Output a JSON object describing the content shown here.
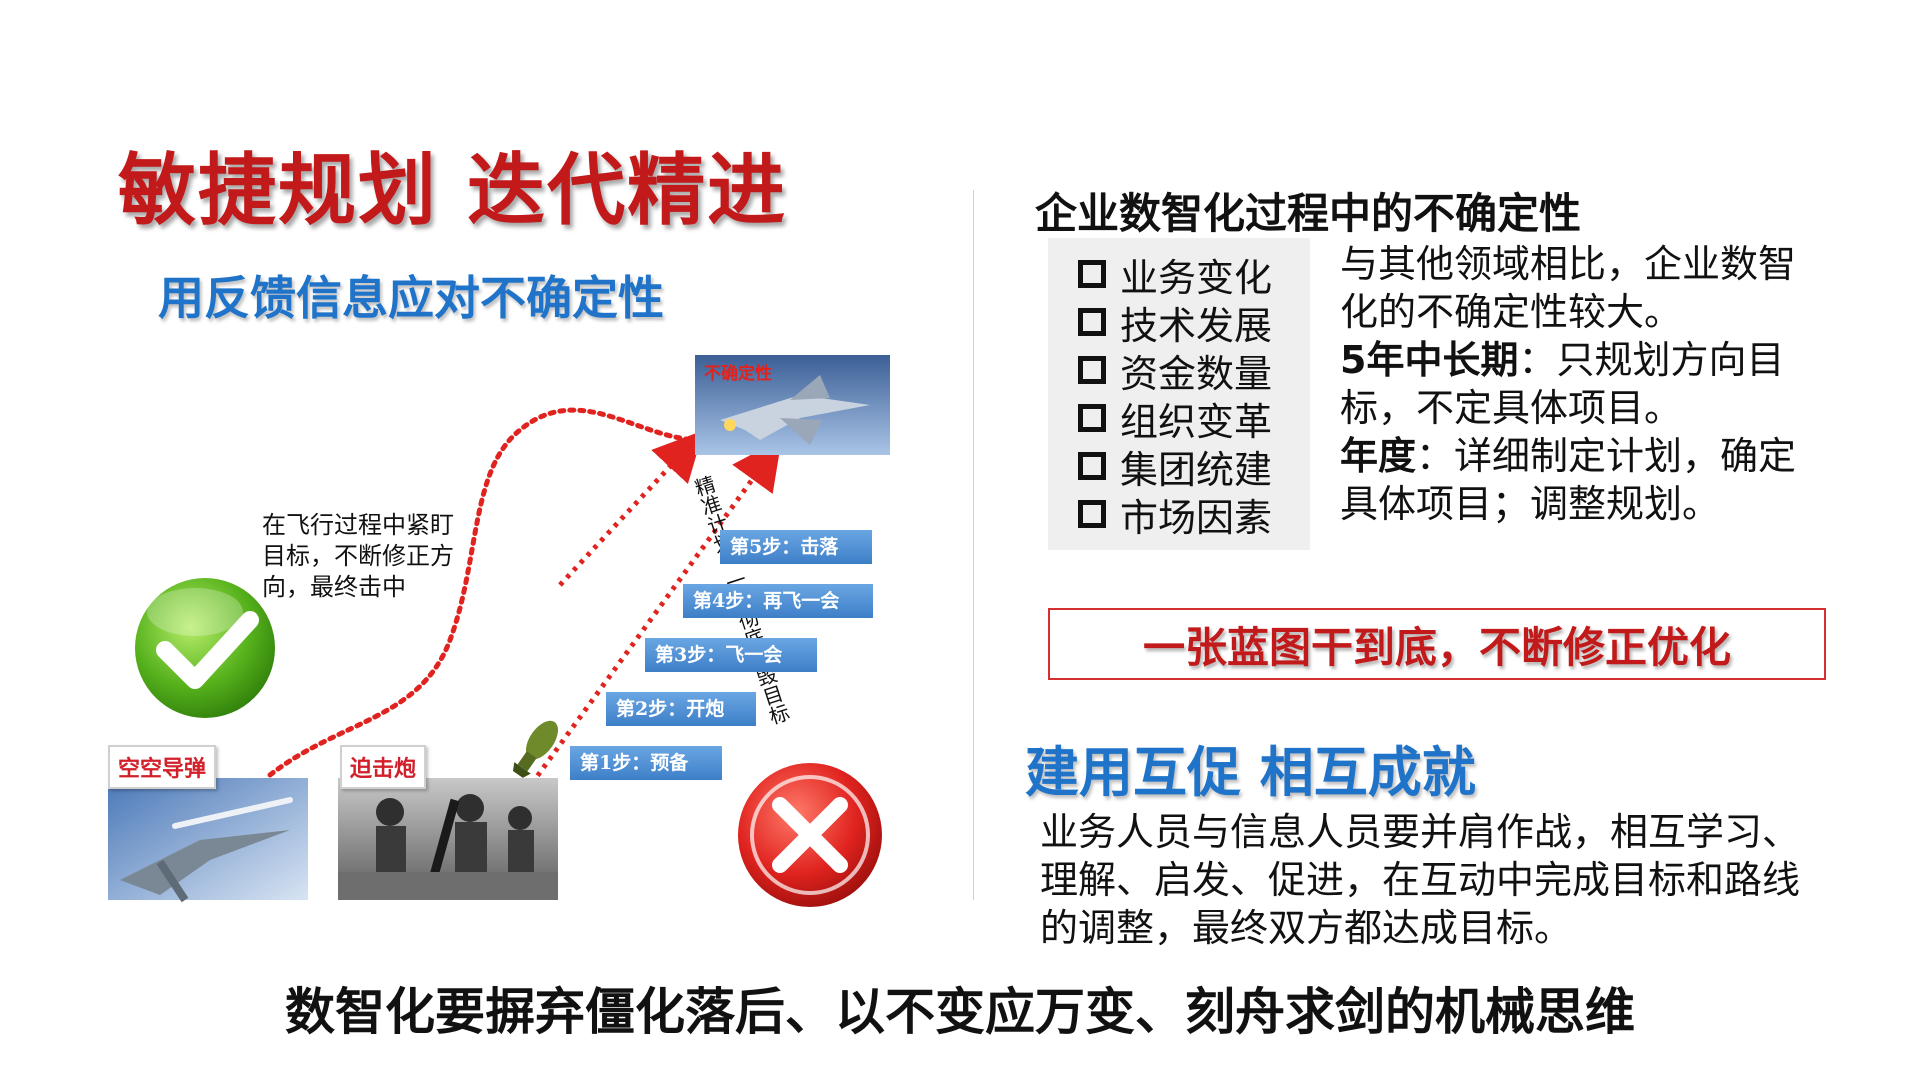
{
  "left": {
    "title": "敏捷规划  迭代精进",
    "subtitle": "用反馈信息应对不确定性",
    "note_lines": [
      "在飞行过程中紧盯",
      "目标，不断修正方",
      "向，最终击中"
    ],
    "target_tag": "不确定性",
    "missile_tag": "空空导弹",
    "mortar_tag": "迫击炮",
    "trajectory_label": "精准计划，一举彻底摧毁目标",
    "steps": [
      "第5步：击落",
      "第4步：再飞一会",
      "第3步：飞一会",
      "第2步：开炮",
      "第1步：预备"
    ]
  },
  "right": {
    "title": "企业数智化过程中的不确定性",
    "factors": [
      "业务变化",
      "技术发展",
      "资金数量",
      "组织变革",
      "集团统建",
      "市场因素"
    ],
    "desc_line1": "与其他领域相比，企业数智化的不确定性较大。",
    "desc_bold1": "5年中长期",
    "desc_line2": "：只规划方向目标，不定具体项目。",
    "desc_bold2": "年度",
    "desc_line3": "：详细制定计划，确定具体项目；调整规划。",
    "slogan": "一张蓝图干到底，不断修正优化",
    "mutual_title": "建用互促  相互成就",
    "mutual_text": "业务人员与信息人员要并肩作战，相互学习、理解、启发、促进，在互动中完成目标和路线的调整，最终双方都达成目标。"
  },
  "footer": {
    "text": "数智化要摒弃僵化落后、以不变应万变、刻舟求剑的机械思维"
  },
  "colors": {
    "red": "#c21a1a",
    "blue": "#1f73c8",
    "step_blue": "#4a8dd4",
    "check_green": "#57b21c",
    "cross_red": "#e0231f"
  }
}
